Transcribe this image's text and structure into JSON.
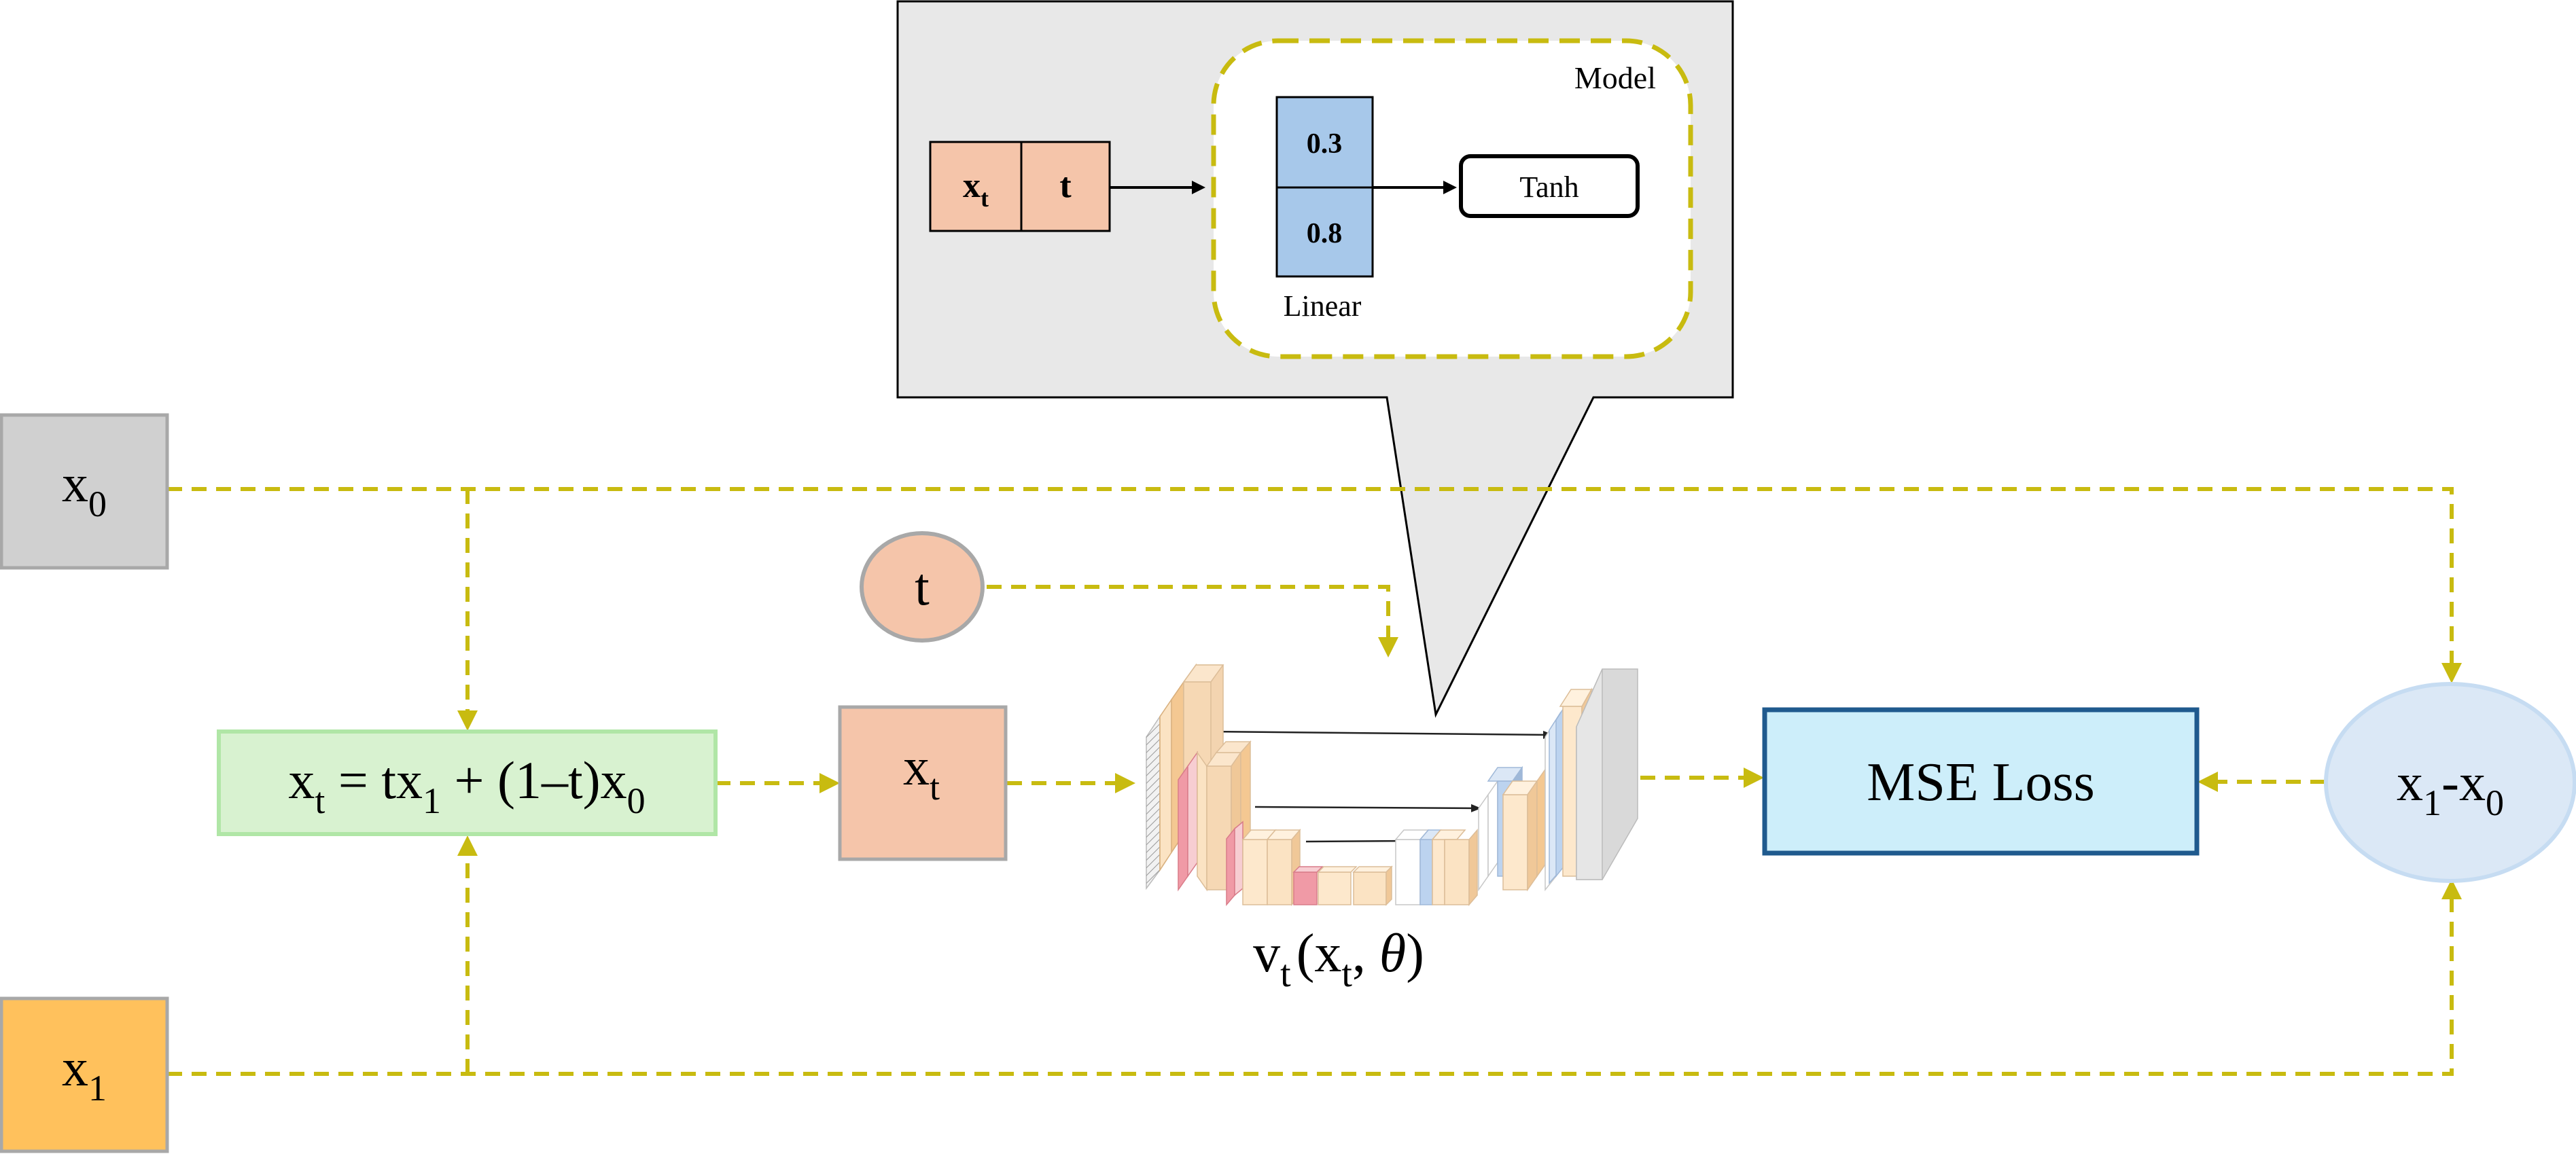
{
  "nodes": {
    "x0": {
      "base": "x",
      "sub": "0"
    },
    "x1": {
      "base": "x",
      "sub": "1"
    },
    "interp": {
      "lhs_base": "x",
      "lhs_sub": "t",
      "eq": " = tx",
      "sub1": "1",
      "mid": " + (1–t)x",
      "sub0": "0"
    },
    "xt": {
      "base": "x",
      "sub": "t"
    },
    "t": {
      "label": "t"
    },
    "target": {
      "a": "x",
      "a_sub": "1",
      "dash": "-x",
      "b_sub": "0"
    },
    "loss": {
      "label": "MSE Loss"
    },
    "network": {
      "v": "v",
      "v_sub": "t",
      "open": "(x",
      "x_sub": "t",
      "comma": ", ",
      "theta": "θ",
      "close": ")"
    }
  },
  "callout": {
    "model_label": "Model",
    "input": {
      "xt_base": "x",
      "xt_sub": "t",
      "t": "t"
    },
    "linear": {
      "top": "0.3",
      "bottom": "0.8",
      "label": "Linear"
    },
    "activation": "Tanh"
  },
  "colors": {
    "dashed_arrow": "#c8bb10",
    "x0_fill": "#d0d0d0",
    "x1_fill": "#ffc15c",
    "interp_fill": "#d8f2d0",
    "interp_stroke": "#b0e6a6",
    "xt_fill": "#f5c5aa",
    "t_fill": "#f5c5aa",
    "target_fill": "#dbe8f6",
    "target_stroke": "#c6dcf2",
    "loss_fill": "#cdeefa",
    "loss_stroke": "#1f5a8e",
    "callout_fill": "#e8e8e8",
    "linear_fill": "#a7c8ea"
  }
}
